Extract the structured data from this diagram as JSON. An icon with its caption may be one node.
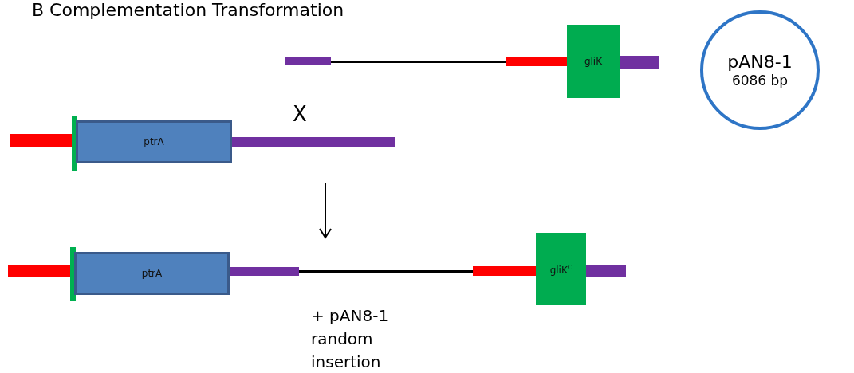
{
  "diagram": {
    "title": "B Complementation Transformation",
    "nodes": [
      {
        "text": [
          "gliK"
        ]
      },
      {
        "text": [
          "pAN8-1",
          "6086 bp"
        ]
      },
      {
        "text": [
          "ptrA"
        ]
      },
      {
        "text": [
          "ptrA"
        ]
      },
      {
        "text": [
          "gliK$^{c}$"
        ]
      }
    ],
    "labels": [
      "X",
      "+ pAN8-1 random insertion"
    ]
  }
}
